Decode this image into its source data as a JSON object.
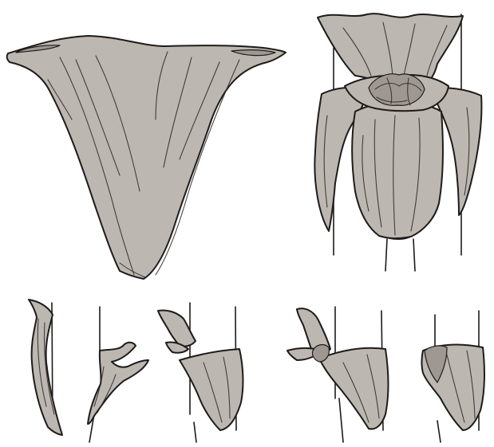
{
  "illustration": {
    "colors": {
      "cloth": "#bdb7b1",
      "cloth_shade": "#9f9892",
      "outline": "#1e1b19",
      "background": "#ffffff"
    },
    "panels": [
      {
        "id": "triangular-bandage",
        "icon": "triangle-bandage-icon"
      },
      {
        "id": "tied-bandage-with-knot",
        "icon": "knot-icon"
      },
      {
        "id": "step-1-fold",
        "icon": "folded-strip-icon"
      },
      {
        "id": "step-2-wrap",
        "icon": "wrap-icon"
      },
      {
        "id": "step-3-tuck",
        "icon": "tuck-icon"
      },
      {
        "id": "step-4-knot",
        "icon": "knot-icon"
      },
      {
        "id": "step-5-finished",
        "icon": "finished-bandage-icon"
      }
    ]
  }
}
